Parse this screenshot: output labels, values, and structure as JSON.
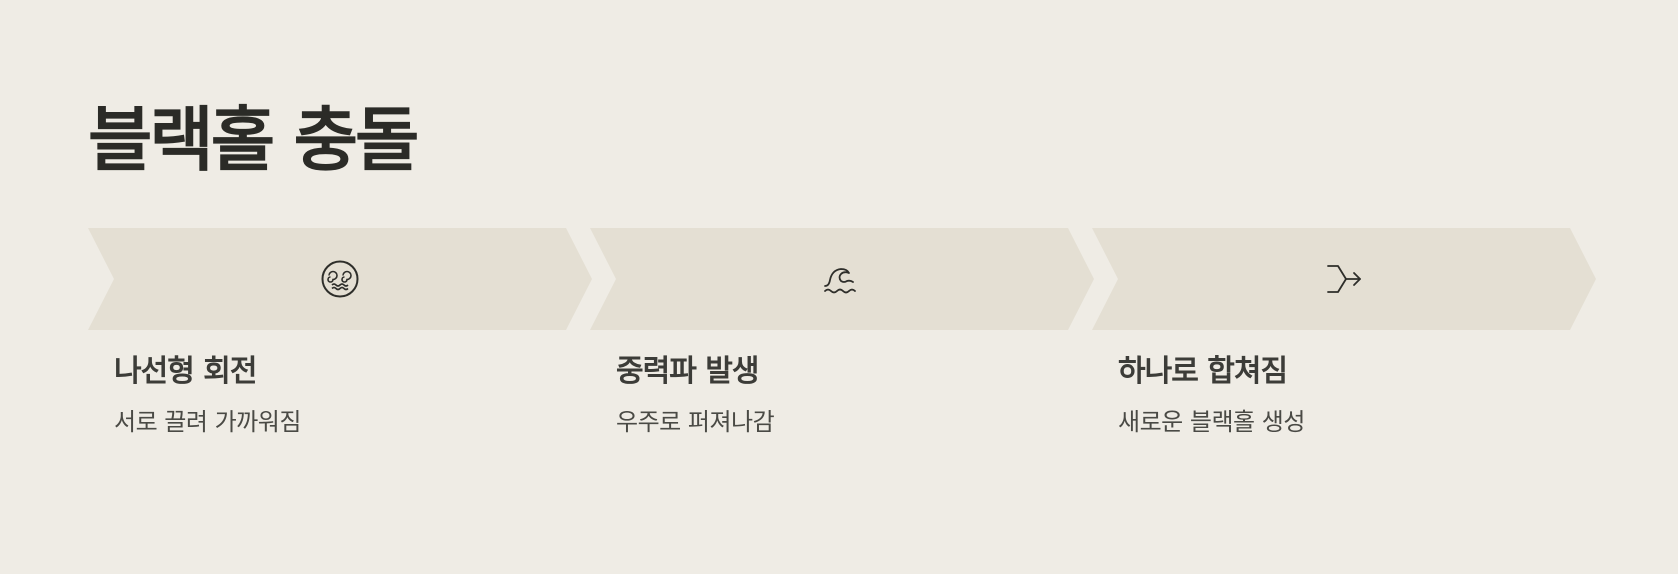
{
  "title": "블랙홀 충돌",
  "colors": {
    "background": "#efece5",
    "chevron_fill": "#e4dfd3",
    "icon_stroke": "#2e2e2a",
    "title_text": "#2b2b27",
    "step_title_text": "#3c3c38",
    "step_desc_text": "#4a4a45"
  },
  "steps": [
    {
      "icon": "dizzy-face-icon",
      "title": "나선형 회전",
      "description": "서로 끌려 가까워짐"
    },
    {
      "icon": "wave-icon",
      "title": "중력파 발생",
      "description": "우주로 퍼져나감"
    },
    {
      "icon": "merge-arrow-icon",
      "title": "하나로 합쳐짐",
      "description": "새로운 블랙홀 생성"
    }
  ]
}
